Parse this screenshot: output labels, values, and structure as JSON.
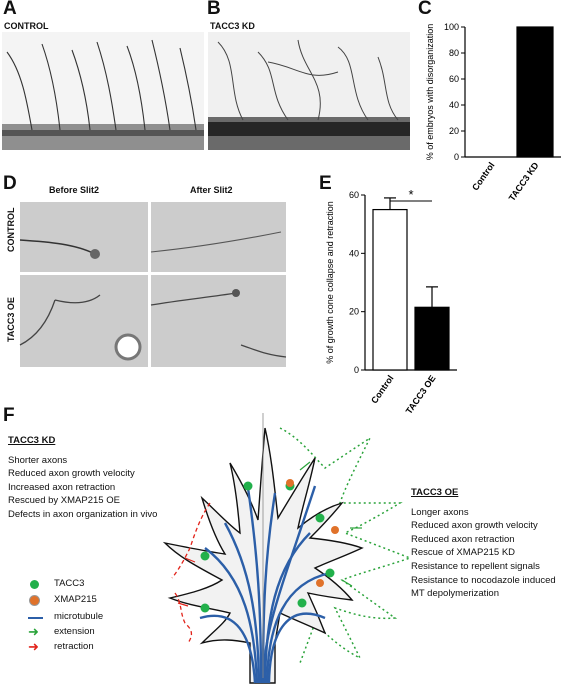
{
  "panels": {
    "A": {
      "letter": "A",
      "title": "CONTROL"
    },
    "B": {
      "letter": "B",
      "title": "TACC3 KD"
    },
    "C": {
      "letter": "C"
    },
    "D": {
      "letter": "D",
      "col1": "Before Slit2",
      "col2": "After Slit2",
      "row1": "CONTROL",
      "row2": "TACC3 OE"
    },
    "E": {
      "letter": "E"
    },
    "F": {
      "letter": "F"
    }
  },
  "chart_data": [
    {
      "id": "C",
      "type": "bar",
      "categories": [
        "Control",
        "TACC3 KD"
      ],
      "values": [
        0,
        100
      ],
      "ylabel": "% of embryos with disorganization",
      "ylim": [
        0,
        100
      ],
      "yticks": [
        0,
        20,
        40,
        60,
        80,
        100
      ],
      "bar_colors": [
        "#000000",
        "#000000"
      ]
    },
    {
      "id": "E",
      "type": "bar",
      "categories": [
        "Control",
        "TACC3 OE"
      ],
      "values": [
        55,
        21.5
      ],
      "errors": [
        4,
        7
      ],
      "ylabel": "% of growth cone collapse and retraction",
      "ylim": [
        0,
        60
      ],
      "yticks": [
        0,
        20,
        40,
        60
      ],
      "significance": "*",
      "bar_colors": [
        "#ffffff",
        "#000000"
      ]
    }
  ],
  "kd": {
    "heading": "TACC3 KD",
    "lines": [
      "Shorter axons",
      "Reduced axon growth velocity",
      "Increased axon retraction",
      "Rescued by XMAP215 OE",
      "Defects in axon organization in vivo"
    ]
  },
  "oe": {
    "heading": "TACC3 OE",
    "lines": [
      "Longer axons",
      "Reduced axon growth velocity",
      "Reduced axon retraction",
      "Rescue of XMAP215 KD",
      "Resistance to repellent signals",
      "Resistance to nocodazole induced",
      "MT depolymerization"
    ]
  },
  "legend": [
    {
      "label": "TACC3",
      "icon": "green-dot-icon"
    },
    {
      "label": "XMAP215",
      "icon": "orange-dot-icon"
    },
    {
      "label": "microtubule",
      "icon": "blue-line-icon"
    },
    {
      "label": "extension",
      "icon": "green-arrow-icon"
    },
    {
      "label": "retraction",
      "icon": "red-arrow-icon"
    }
  ],
  "colors": {
    "tacc3": "#22b04b",
    "xmap215": "#e0722a",
    "microtubule": "#2c5fa8",
    "extension": "#2aa33a",
    "retraction": "#e2231a"
  }
}
